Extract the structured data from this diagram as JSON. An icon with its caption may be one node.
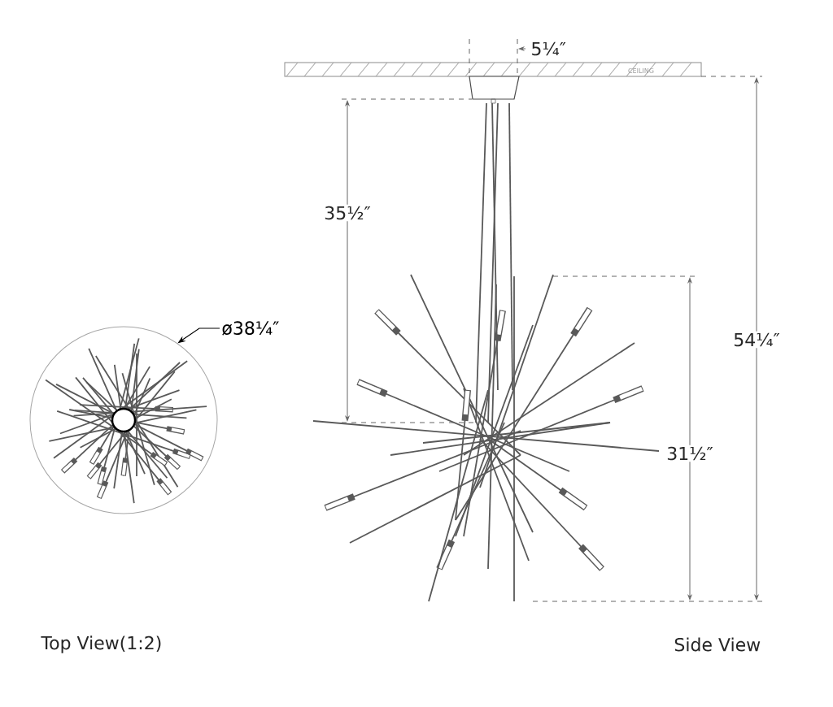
{
  "diagram": {
    "nodes": [
      {
        "text": [
          "ø38¼″"
        ]
      },
      {
        "text": [],
        "shape": "circle"
      }
    ],
    "edges": [
      {
        "from": 0,
        "to": 1,
        "arrow": "to"
      }
    ],
    "labels": [
      "5¼″",
      "CEILING",
      "35½″",
      "54¼″",
      "31½″",
      "Top View(1:2)",
      "Side View"
    ]
  }
}
